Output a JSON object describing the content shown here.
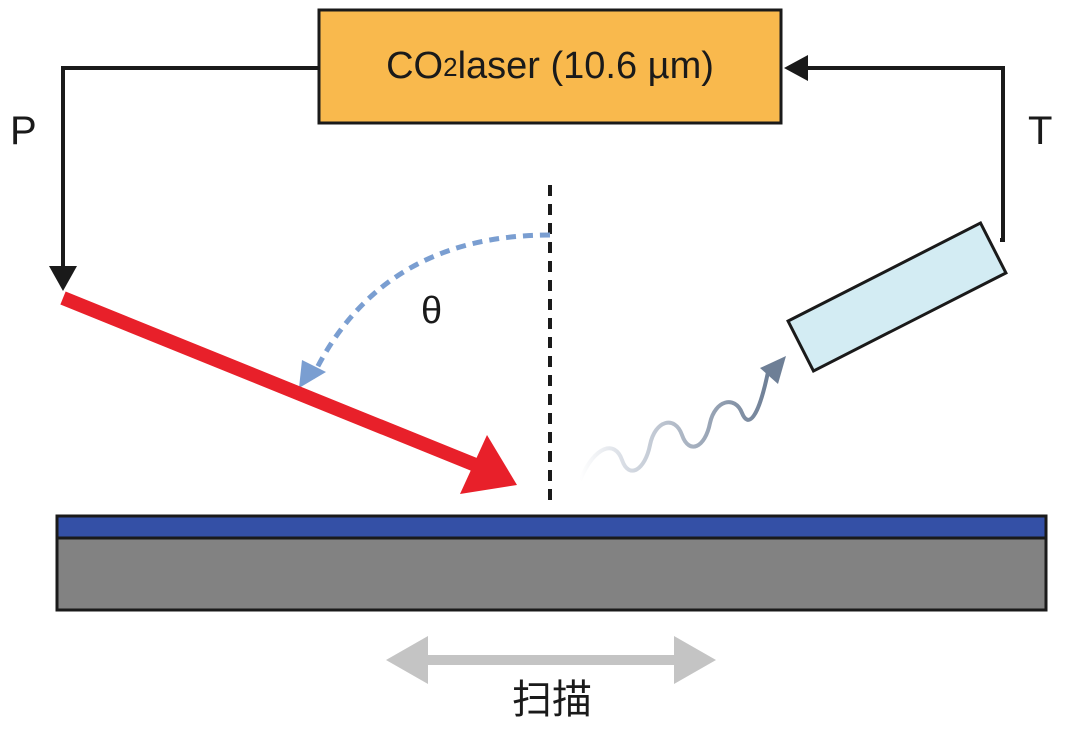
{
  "laser": {
    "prefix": "CO",
    "subscript": "2",
    "suffix": " laser (10.6 µm)"
  },
  "labels": {
    "power": "P",
    "temperature": "T",
    "angle": "θ",
    "scan": "扫描"
  },
  "colors": {
    "laser_box_fill": "#f9b94d",
    "laser_beam": "#e8202a",
    "angle_arc": "#7a9ed1",
    "detector_fill": "#d3ecf3",
    "film_layer": "#3450a6",
    "substrate": "#828282",
    "scan_arrow": "#c4c4c4",
    "emission_wave": "#6e7f96",
    "feedback_lines": "#1a1a1a"
  },
  "icons": {
    "detector": "pyrometer-icon",
    "emission": "thermal-radiation-icon"
  }
}
